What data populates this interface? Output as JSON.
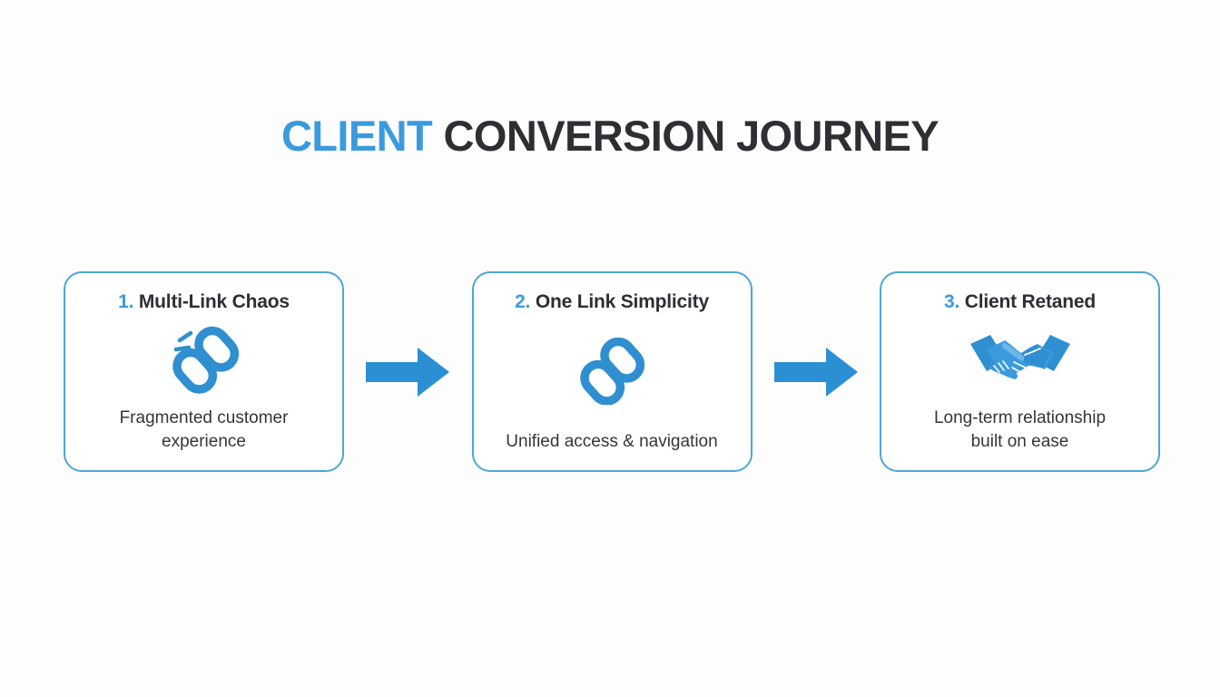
{
  "title": {
    "accent_text": "CLIENT",
    "dark_text": " CONVERSION JOURNEY",
    "accent_color": "#3b9ade",
    "dark_color": "#2d2f33"
  },
  "theme": {
    "background": "#fdfdfd",
    "card_border": "#4da6d9",
    "arrow_color": "#2b8fd4",
    "icon_color": "#2f8fd0",
    "body_text": "#333639"
  },
  "flow": {
    "steps": [
      {
        "number": "1.",
        "heading": "Multi-Link Chaos",
        "icon": "broken-chain-link-icon",
        "description_line1": "Fragmented customer",
        "description_line2": "experience"
      },
      {
        "number": "2.",
        "heading": "One Link Simplicity",
        "icon": "chain-link-icon",
        "description_line1": "Unified access & navigation",
        "description_line2": ""
      },
      {
        "number": "3.",
        "heading": "Client Retaned",
        "icon": "handshake-icon",
        "description_line1": "Long-term relationship",
        "description_line2": "built on ease"
      }
    ],
    "connectors": [
      {
        "icon": "arrow-right-icon"
      },
      {
        "icon": "arrow-right-icon"
      }
    ]
  }
}
